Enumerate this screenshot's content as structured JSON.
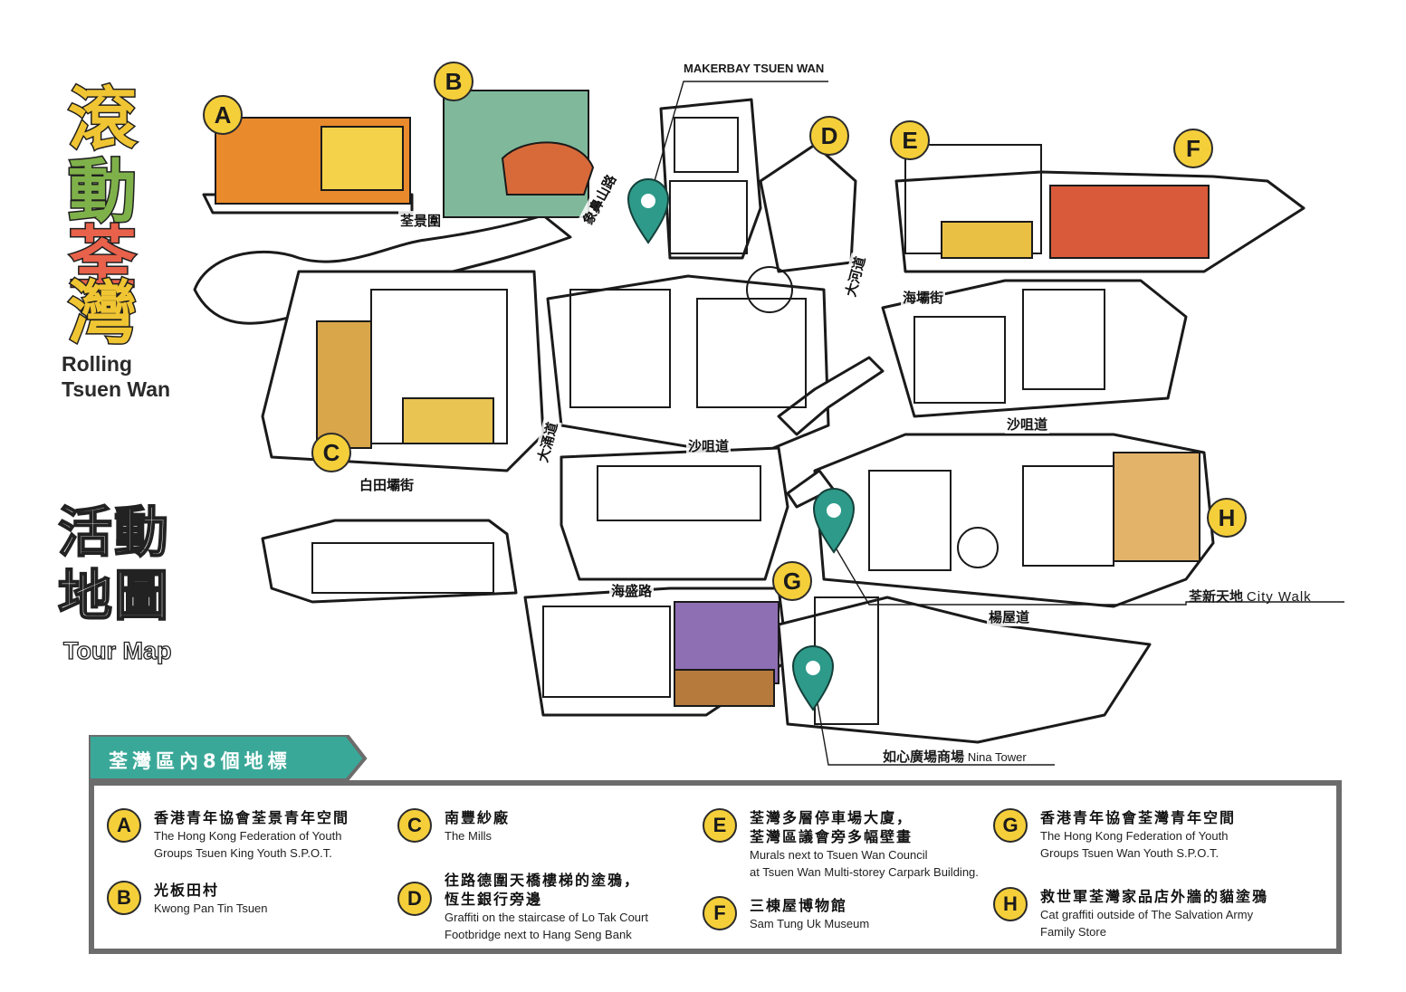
{
  "title": {
    "zh_lines": [
      "滾",
      "動",
      "荃",
      "灣"
    ],
    "zh_colors": [
      "#f0c533",
      "#7fb14a",
      "#e8614a",
      "#f0c533"
    ],
    "en_line1": "Rolling",
    "en_line2": "Tsuen Wan",
    "subtitle_zh_1": "活動",
    "subtitle_zh_2": "地圖",
    "subtitle_en": "Tour Map"
  },
  "colors": {
    "marker_fill": "#f5cf3a",
    "pin_teal": "#2e9a8a",
    "legend_tab": "#3aa898",
    "legend_border": "#6c6c6c"
  },
  "map": {
    "callouts": {
      "makerbay": "MAKERBAY TSUEN WAN",
      "city_walk_zh": "荃新天地",
      "city_walk_en": "City Walk",
      "nina_zh": "如心廣場商場",
      "nina_en": "Nina Tower"
    },
    "streets": {
      "chuen_king": "荃景圍",
      "sheung_shan": "象鼻山路",
      "tai_ho": "大河道",
      "hoi_pa": "海壩街",
      "sha_tsui_right": "沙咀道",
      "sha_tsui_center": "沙咀道",
      "tai_chung": "大涌道",
      "pak_tin_par": "白田壩街",
      "hoi_shing": "海盛路",
      "yeung_uk": "楊屋道"
    },
    "markers": [
      "A",
      "B",
      "C",
      "D",
      "E",
      "F",
      "G",
      "H"
    ]
  },
  "legend": {
    "tab_label": "荃灣區內8個地標",
    "items": [
      {
        "letter": "A",
        "zh": "香港青年協會荃景青年空間",
        "en": "The Hong Kong Federation of Youth\nGroups Tsuen King Youth S.P.O.T."
      },
      {
        "letter": "B",
        "zh": "光板田村",
        "en": "Kwong Pan Tin Tsuen"
      },
      {
        "letter": "C",
        "zh": "南豐紗廠",
        "en": "The Mills"
      },
      {
        "letter": "D",
        "zh": "往路德圍天橋樓梯的塗鴉，\n恆生銀行旁邊",
        "en": "Graffiti on the staircase of Lo Tak Court\nFootbridge next to Hang Seng Bank"
      },
      {
        "letter": "E",
        "zh": "荃灣多層停車場大廈，\n荃灣區議會旁多幅壁畫",
        "en": "Murals next to Tsuen Wan Council\nat Tsuen Wan Multi-storey Carpark Building."
      },
      {
        "letter": "F",
        "zh": "三棟屋博物館",
        "en": "Sam Tung Uk Museum"
      },
      {
        "letter": "G",
        "zh": "香港青年協會荃灣青年空間",
        "en": "The Hong Kong Federation of Youth\nGroups Tsuen Wan Youth S.P.O.T."
      },
      {
        "letter": "H",
        "zh": "救世軍荃灣家品店外牆的貓塗鴉",
        "en": "Cat graffiti outside of The Salvation Army\nFamily Store"
      }
    ]
  }
}
